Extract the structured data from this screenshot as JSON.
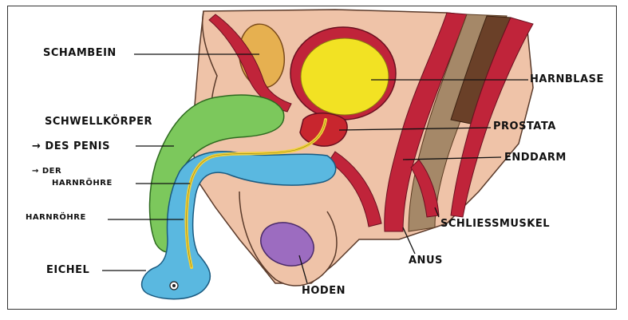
{
  "labels": {
    "schambein": "SCHAMBEIN",
    "harnblase": "HARNBLASE",
    "schwellkoerper": "SCHWELLKÖRPER",
    "des_penis": "→ DES PENIS",
    "der": "→ DER",
    "harnroehre_sub": "HARNRÖHRE",
    "harnroehre": "HARNRÖHRE",
    "prostata": "PROSTATA",
    "enddarm": "ENDDARM",
    "schliessmuskel": "SCHLIESSMUSKEL",
    "anus": "ANUS",
    "eichel": "EICHEL",
    "hoden": "HODEN"
  },
  "colors": {
    "skin": "#efc3a8",
    "bone": "#e6b050",
    "bladder": "#f2e223",
    "muscle": "#c0243a",
    "prostate": "#c8262e",
    "corpus_cavernosum": "#7cc85c",
    "corpus_spongiosum": "#5ab8e0",
    "urethra": "#f2d23a",
    "rectum": "#8a6a4a",
    "testis": "#9c6cc0"
  }
}
